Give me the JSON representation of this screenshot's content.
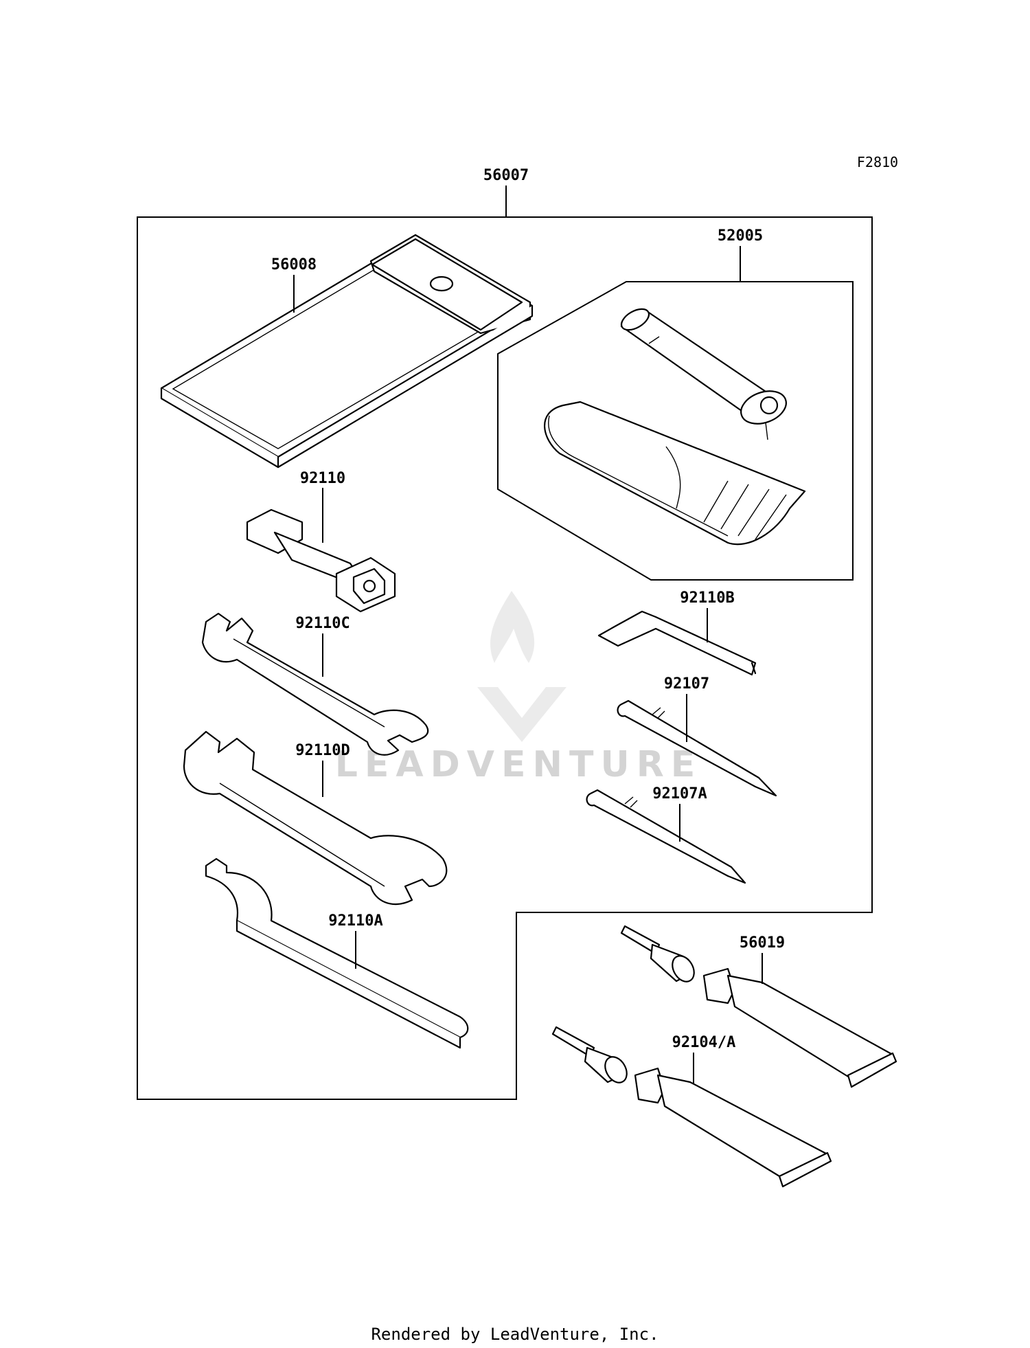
{
  "diagram": {
    "figure_code": "F2810",
    "footer": "Rendered by LeadVenture, Inc.",
    "watermark": "LEADVENTURE",
    "callouts": {
      "p56007": "56007",
      "p56008": "56008",
      "p52005": "52005",
      "p92110": "92110",
      "p92110C": "92110C",
      "p92110D": "92110D",
      "p92110A": "92110A",
      "p92110B": "92110B",
      "p92107": "92107",
      "p92107A": "92107A",
      "p56019": "56019",
      "p92104A": "92104/A"
    }
  }
}
